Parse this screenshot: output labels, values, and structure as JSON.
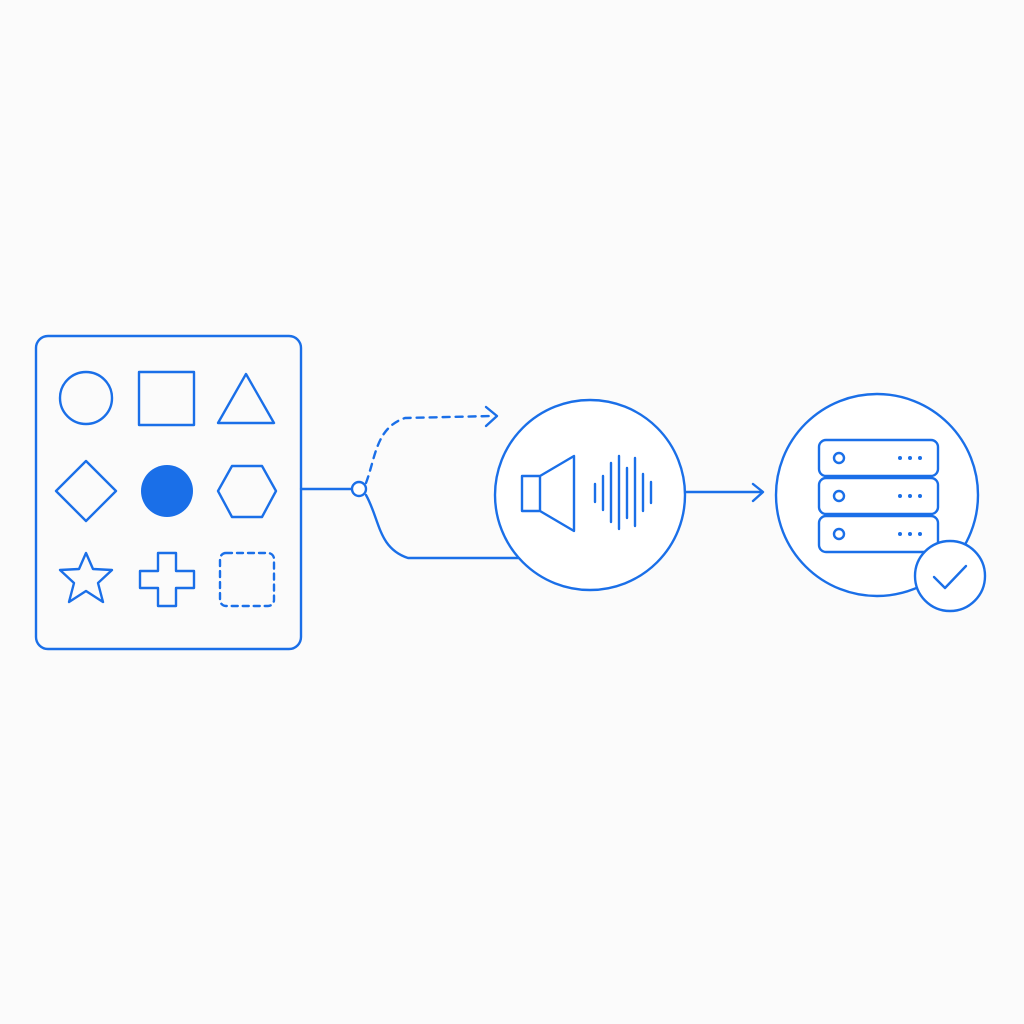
{
  "colors": {
    "background": "#fbfbfb",
    "accent": "#1a6fe8",
    "fill_bg": "#ffffff"
  },
  "diagram": {
    "shape_grid": {
      "icons": [
        "circle-icon",
        "square-icon",
        "triangle-icon",
        "diamond-icon",
        "filled-circle-icon",
        "hexagon-icon",
        "star-icon",
        "plus-icon",
        "dashed-square-icon"
      ],
      "selected_icon": "filled-circle-icon"
    },
    "audio_node": {
      "icons": [
        "speaker-icon",
        "soundwave-icon"
      ]
    },
    "storage_node": {
      "icons": [
        "server-rack-icon",
        "checkmark-icon"
      ],
      "server_units": 3
    },
    "connectors": [
      {
        "name": "dashed-branch-arrow",
        "style": "dashed"
      },
      {
        "name": "solid-branch-path",
        "style": "solid"
      },
      {
        "name": "audio-to-storage-arrow",
        "style": "solid"
      }
    ]
  }
}
